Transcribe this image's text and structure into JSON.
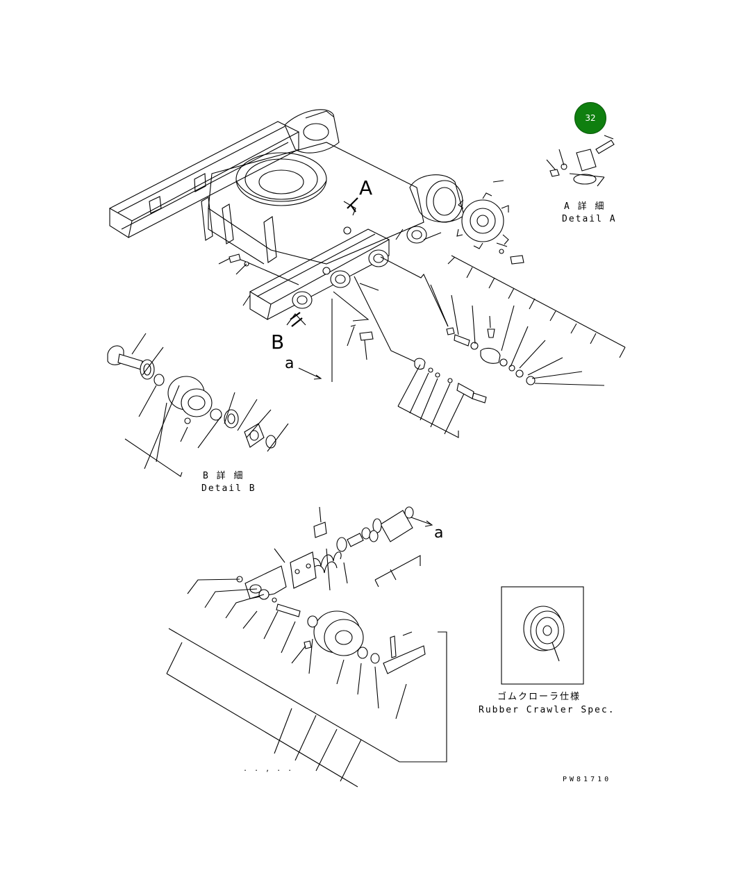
{
  "callout": {
    "number": "32",
    "color": "#0f7f0f"
  },
  "view_letters": {
    "a": "A",
    "b": "B"
  },
  "arrow_refs": {
    "upper": "a",
    "lower": "a"
  },
  "detail_a": {
    "jp": "A 詳 細",
    "en": "Detail A"
  },
  "detail_b": {
    "jp": "B 詳 細",
    "en": "Detail B"
  },
  "rubber_spec": {
    "jp": "ゴムクローラ仕様",
    "en": "Rubber Crawler Spec."
  },
  "drawing_code": "PW81710",
  "stray_marks": ". . , . ."
}
